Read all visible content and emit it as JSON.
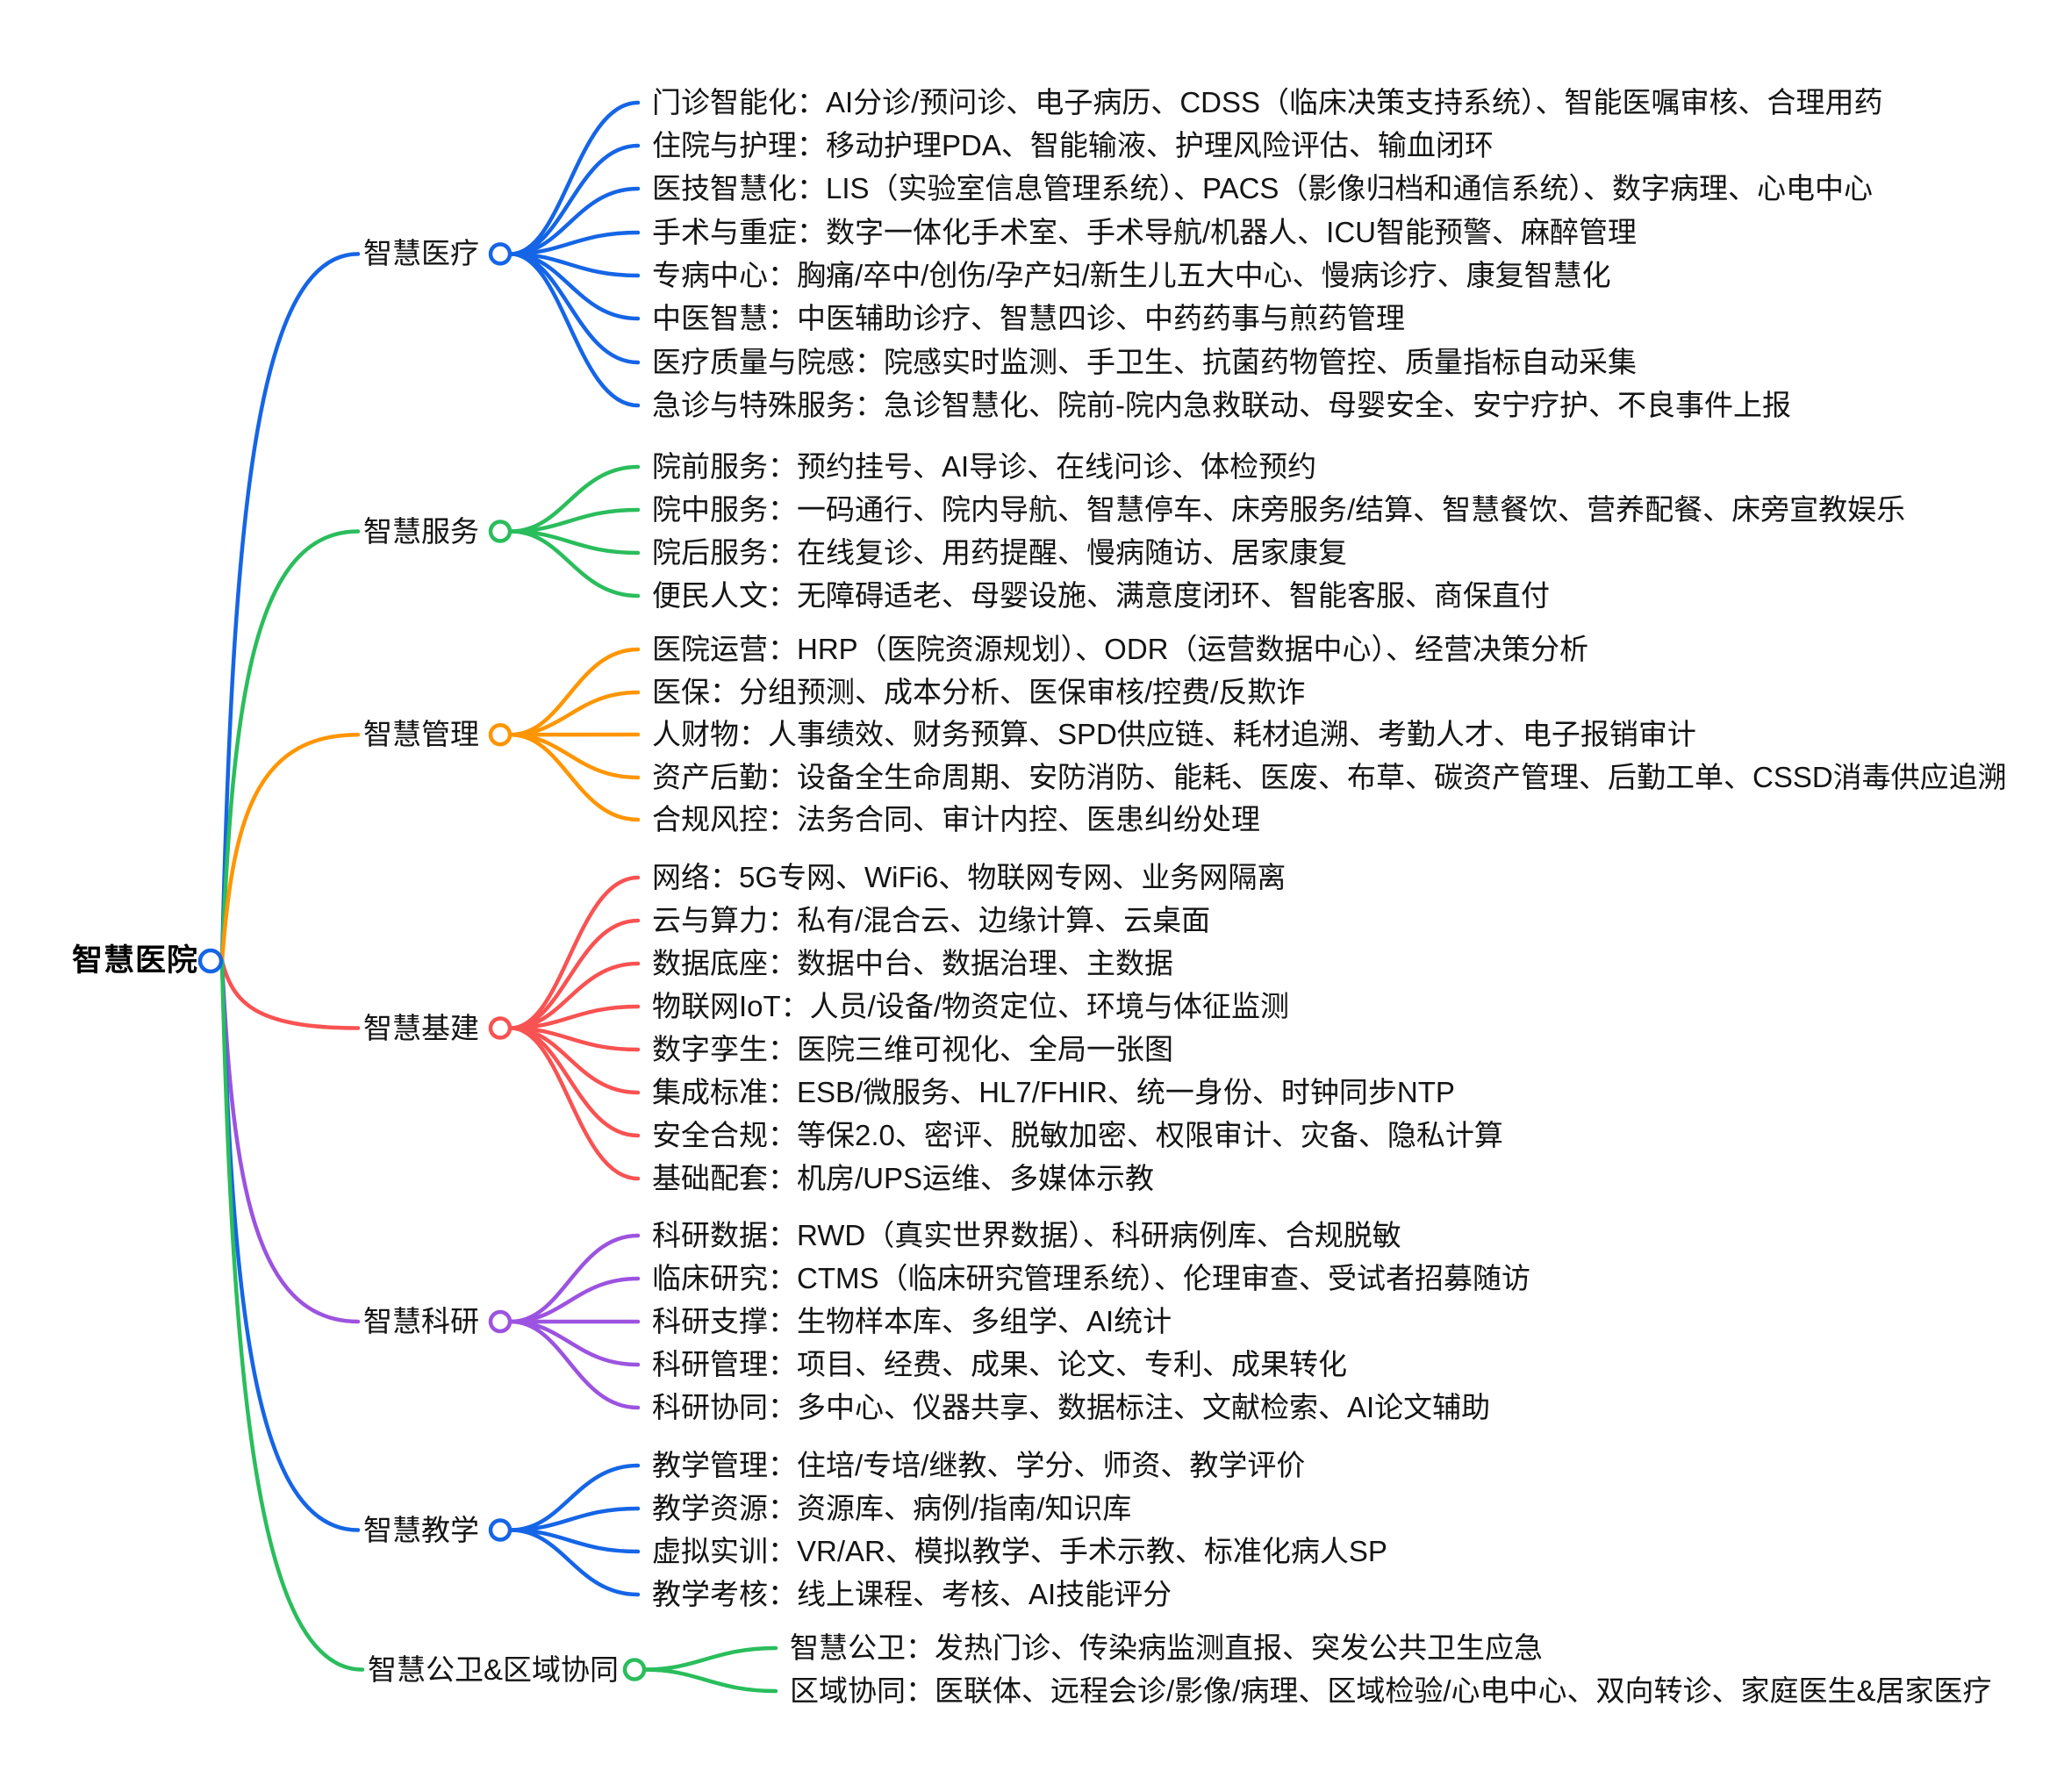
{
  "root": {
    "label": "智慧医院"
  },
  "branches": [
    {
      "label": "智慧医疗",
      "color": "#1565e6",
      "leaves": [
        "门诊智能化：AI分诊/预问诊、电子病历、CDSS（临床决策支持系统）、智能医嘱审核、合理用药",
        "住院与护理：移动护理PDA、智能输液、护理风险评估、输血闭环",
        "医技智慧化：LIS（实验室信息管理系统）、PACS（影像归档和通信系统）、数字病理、心电中心",
        "手术与重症：数字一体化手术室、手术导航/机器人、ICU智能预警、麻醉管理",
        "专病中心：胸痛/卒中/创伤/孕产妇/新生儿五大中心、慢病诊疗、康复智慧化",
        "中医智慧：中医辅助诊疗、智慧四诊、中药药事与煎药管理",
        "医疗质量与院感：院感实时监测、手卫生、抗菌药物管控、质量指标自动采集",
        "急诊与特殊服务：急诊智慧化、院前-院内急救联动、母婴安全、安宁疗护、不良事件上报"
      ]
    },
    {
      "label": "智慧服务",
      "color": "#2abd5c",
      "leaves": [
        "院前服务：预约挂号、AI导诊、在线问诊、体检预约",
        "院中服务：一码通行、院内导航、智慧停车、床旁服务/结算、智慧餐饮、营养配餐、床旁宣教娱乐",
        "院后服务：在线复诊、用药提醒、慢病随访、居家康复",
        "便民人文：无障碍适老、母婴设施、满意度闭环、智能客服、商保直付"
      ]
    },
    {
      "label": "智慧管理",
      "color": "#ff9502",
      "leaves": [
        "医院运营：HRP（医院资源规划）、ODR（运营数据中心）、经营决策分析",
        "医保：分组预测、成本分析、医保审核/控费/反欺诈",
        "人财物：人事绩效、财务预算、SPD供应链、耗材追溯、考勤人才、电子报销审计",
        "资产后勤：设备全生命周期、安防消防、能耗、医废、布草、碳资产管理、后勤工单、CSSD消毒供应追溯",
        "合规风控：法务合同、审计内控、医患纠纷处理"
      ]
    },
    {
      "label": "智慧基建",
      "color": "#f95252",
      "leaves": [
        "网络：5G专网、WiFi6、物联网专网、业务网隔离",
        "云与算力：私有/混合云、边缘计算、云桌面",
        "数据底座：数据中台、数据治理、主数据",
        "物联网IoT：人员/设备/物资定位、环境与体征监测",
        "数字孪生：医院三维可视化、全局一张图",
        "集成标准：ESB/微服务、HL7/FHIR、统一身份、时钟同步NTP",
        "安全合规：等保2.0、密评、脱敏加密、权限审计、灾备、隐私计算",
        "基础配套：机房/UPS运维、多媒体示教"
      ]
    },
    {
      "label": "智慧科研",
      "color": "#9c53e0",
      "leaves": [
        "科研数据：RWD（真实世界数据）、科研病例库、合规脱敏",
        "临床研究：CTMS（临床研究管理系统）、伦理审查、受试者招募随访",
        "科研支撑：生物样本库、多组学、AI统计",
        "科研管理：项目、经费、成果、论文、专利、成果转化",
        "科研协同：多中心、仪器共享、数据标注、文献检索、AI论文辅助"
      ]
    },
    {
      "label": "智慧教学",
      "color": "#1565e6",
      "leaves": [
        "教学管理：住培/专培/继教、学分、师资、教学评价",
        "教学资源：资源库、病例/指南/知识库",
        "虚拟实训：VR/AR、模拟教学、手术示教、标准化病人SP",
        "教学考核：线上课程、考核、AI技能评分"
      ]
    },
    {
      "label": "智慧公卫&区域协同",
      "color": "#2abd5c",
      "leaves": [
        "智慧公卫：发热门诊、传染病监测直报、突发公共卫生应急",
        "区域协同：医联体、远程会诊/影像/病理、区域检验/心电中心、双向转诊、家庭医生&居家医疗"
      ]
    }
  ]
}
